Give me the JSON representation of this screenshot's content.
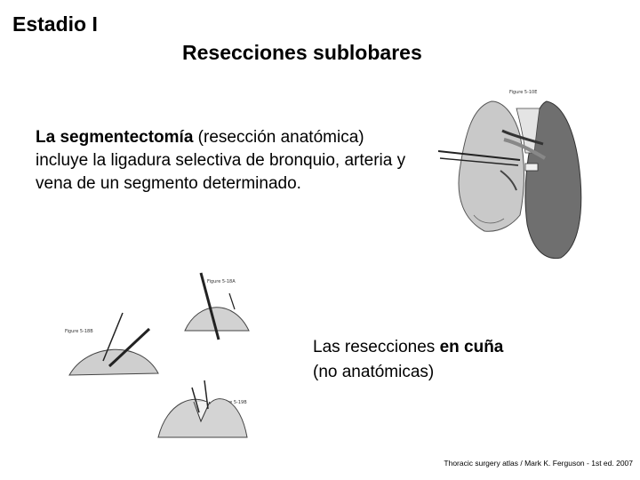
{
  "slide": {
    "stage_title": "Estadio I",
    "main_title": "Resecciones sublobares",
    "paragraph1": {
      "bold": "La segmentectomía",
      "normal_inline": " (resección anatómica)",
      "rest": "incluye la ligadura selectiva de bronquio, arteria y vena de un segmento determinado."
    },
    "paragraph2": {
      "line1_normal": "Las resecciones ",
      "line1_bold": "en cuña",
      "line2": "(no anatómicas)"
    },
    "citation": "Thoracic surgery atlas / Mark K. Ferguson - 1st ed. 2007"
  },
  "figures": {
    "lung_figure_label": "Figure 5-10E",
    "wedge_figure_labels": [
      "Figure 5-18A",
      "Figure 5-18B",
      "Figure 5-19B"
    ]
  }
}
